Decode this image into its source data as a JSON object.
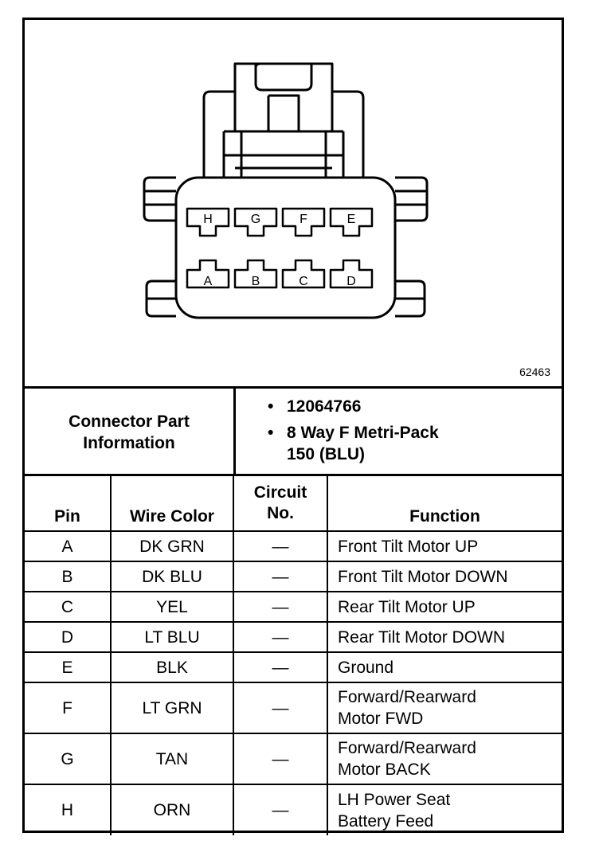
{
  "figure_id": "62463",
  "connector": {
    "label": "Connector Part Information",
    "part_number": "12064766",
    "description_line1": "8 Way F Metri-Pack",
    "description_line2": "150 (BLU)",
    "top_row_pins": [
      "H",
      "G",
      "F",
      "E"
    ],
    "bottom_row_pins": [
      "A",
      "B",
      "C",
      "D"
    ]
  },
  "pin_table": {
    "headers": {
      "pin": "Pin",
      "wire_color": "Wire Color",
      "circuit_line1": "Circuit",
      "circuit_line2": "No.",
      "function": "Function"
    },
    "rows": [
      {
        "pin": "A",
        "wire_color": "DK GRN",
        "circuit": "—",
        "function_line1": "Front Tilt Motor UP",
        "function_line2": ""
      },
      {
        "pin": "B",
        "wire_color": "DK BLU",
        "circuit": "—",
        "function_line1": "Front Tilt Motor DOWN",
        "function_line2": ""
      },
      {
        "pin": "C",
        "wire_color": "YEL",
        "circuit": "—",
        "function_line1": "Rear Tilt Motor UP",
        "function_line2": ""
      },
      {
        "pin": "D",
        "wire_color": "LT BLU",
        "circuit": "—",
        "function_line1": "Rear Tilt Motor DOWN",
        "function_line2": ""
      },
      {
        "pin": "E",
        "wire_color": "BLK",
        "circuit": "—",
        "function_line1": "Ground",
        "function_line2": ""
      },
      {
        "pin": "F",
        "wire_color": "LT GRN",
        "circuit": "—",
        "function_line1": "Forward/Rearward",
        "function_line2": "Motor FWD"
      },
      {
        "pin": "G",
        "wire_color": "TAN",
        "circuit": "—",
        "function_line1": "Forward/Rearward",
        "function_line2": "Motor BACK"
      },
      {
        "pin": "H",
        "wire_color": "ORN",
        "circuit": "—",
        "function_line1": "LH Power Seat",
        "function_line2": "Battery Feed"
      }
    ]
  }
}
